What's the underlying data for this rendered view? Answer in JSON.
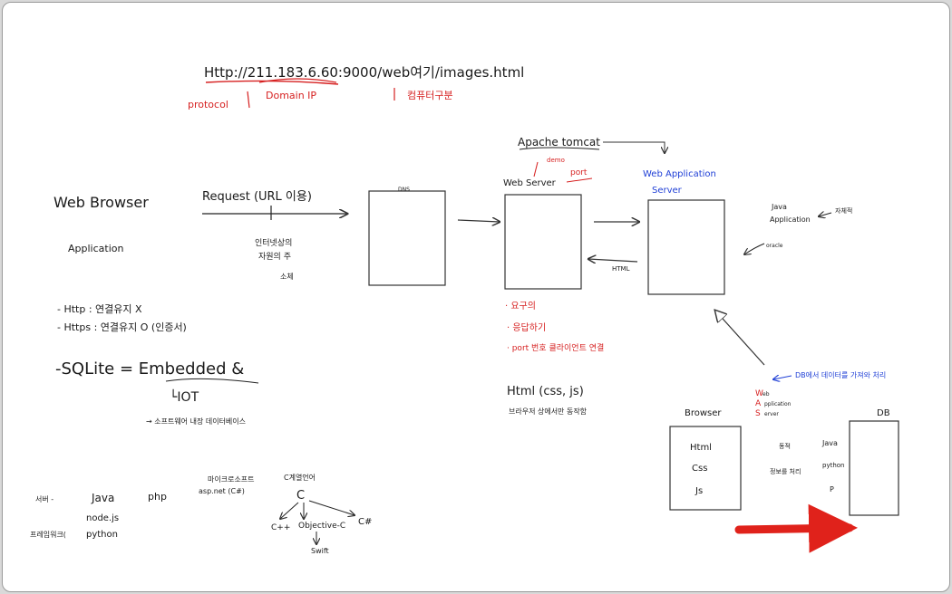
{
  "url": {
    "full": "Http://211.183.6.60:9000/web여기/images.html",
    "protocol_label": "protocol",
    "domain_label": "Domain IP",
    "computer_label": "컴퓨터구분"
  },
  "left": {
    "web_browser": "Web Browser",
    "application": "Application",
    "request": "Request (URL 이용)",
    "request_note_1": "인터넷상의",
    "request_note_2": "자원의 주",
    "request_note_3": "소체",
    "http_note": "- Http  : 연결유지 X",
    "https_note": "- Https  : 연결유지 O (인증서)",
    "sqlite_note": "-SQLite = Embedded &",
    "iot_note": "└IOT",
    "db_note": "→ 소프트웨어 내장 데이터베이스"
  },
  "langs": {
    "bullet_1": "서버 -",
    "java": "Java",
    "php": "php",
    "node": "node.js",
    "bullet_2": "프레임워크(",
    "python": "python",
    "aspnet_1": "마이크로소프트",
    "aspnet_2": "asp.net (C#)",
    "c_family": "C계열언어",
    "c": "C",
    "cpp": "C++",
    "objc": "Objective-C",
    "csharp": "C#",
    "swift": "Swift"
  },
  "servers": {
    "dns": "DNS",
    "apache_tomcat": "Apache tomcat",
    "demo": "demo",
    "web_server": "Web Server",
    "port": "port",
    "html_return": "HTML",
    "was_1": "Web Application",
    "was_2": "Server",
    "java_app_1": "Java",
    "java_app_2": "Application",
    "java_app_note": "자체적",
    "oracle": "oracle"
  },
  "notes": {
    "red_1": "· 요구의",
    "red_2": "· 응답하기",
    "red_3": "· port 번호 클라이언트 연결",
    "html_css_js": "Html (css, js)",
    "html_sub": "브라우저 상에서만 동작함",
    "blue": "DB에서 데이터를 가져와 처리"
  },
  "was_acronym": {
    "w": "W",
    "w_rest": "eb",
    "a": "A",
    "a_rest": "pplication",
    "s": "S",
    "s_rest": "erver"
  },
  "bottom": {
    "browser": "Browser",
    "browser_html": "Html",
    "browser_css": "Css",
    "browser_js": "Js",
    "mid_note_1": "동적",
    "mid_note_2": "정보를 처리",
    "db": "DB",
    "db_java": "Java",
    "db_python": "python",
    "db_p": "P"
  }
}
